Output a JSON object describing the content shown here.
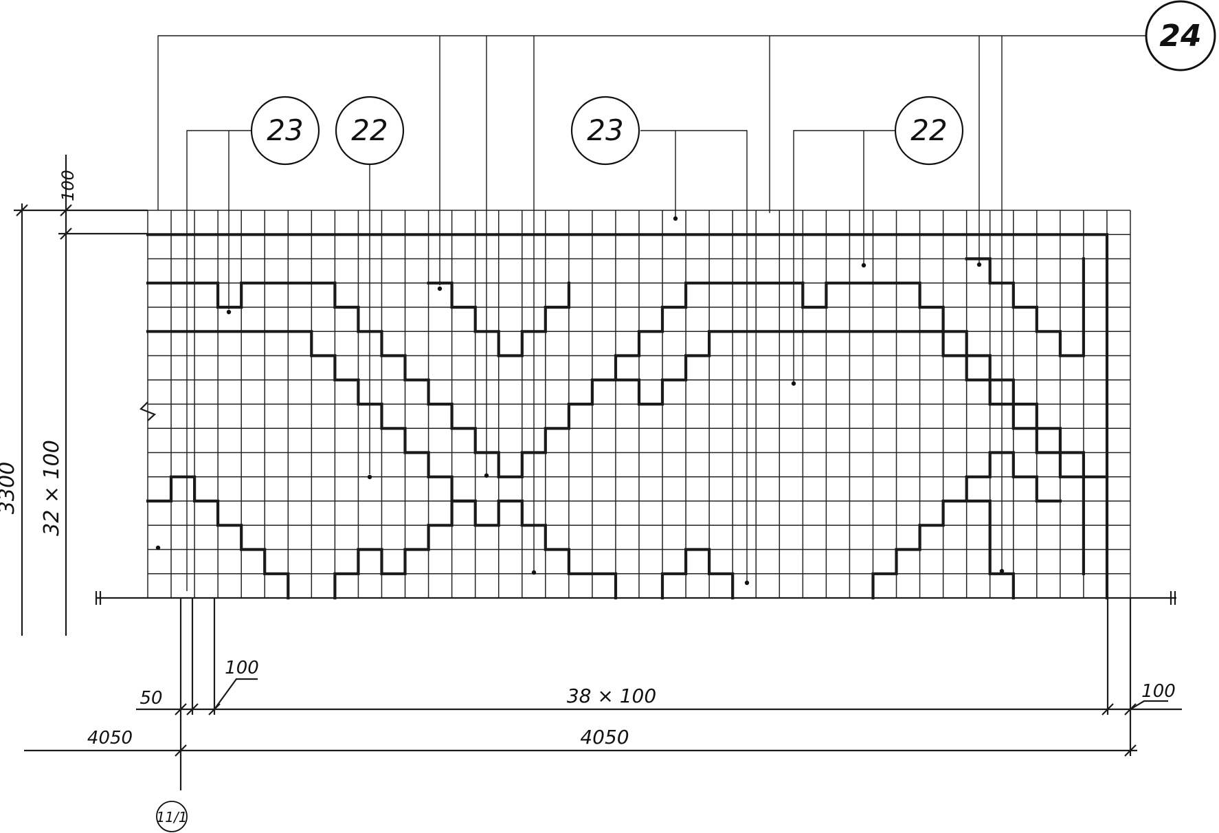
{
  "callouts": {
    "c1": "23",
    "c2": "22",
    "c3": "23",
    "c4": "22",
    "c5": "24"
  },
  "dimensions": {
    "top_offset": "100",
    "height_total": "3300",
    "height_grid": "32 × 100",
    "left_offset": "50",
    "first_cell": "100",
    "width_grid": "38 × 100",
    "right_offset": "100",
    "left_span": "4050",
    "right_span": "4050"
  },
  "axis": {
    "label": "11/1"
  }
}
